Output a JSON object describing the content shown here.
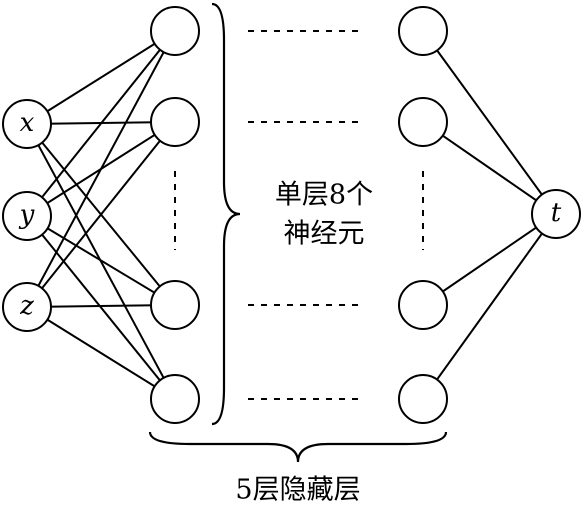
{
  "inputs": [
    "x",
    "y",
    "z"
  ],
  "output": "t",
  "hidden": {
    "layers": 5,
    "neurons_per_layer": 8
  },
  "labels": {
    "brace_right_line1": "单层8个",
    "brace_right_line2": "神经元",
    "brace_bottom": "5层隐藏层"
  }
}
